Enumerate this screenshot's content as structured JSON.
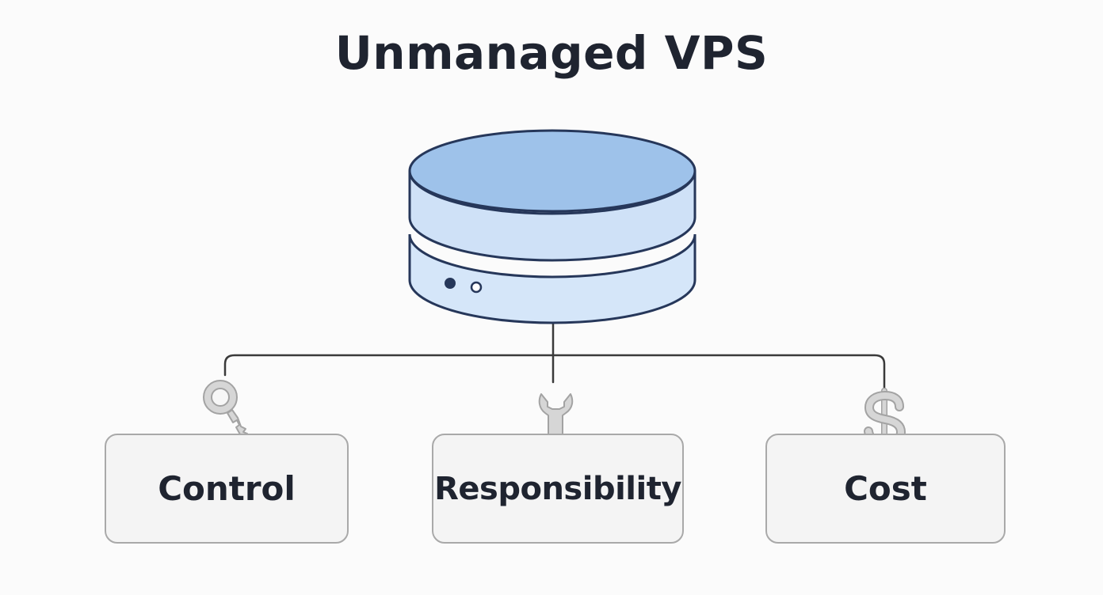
{
  "title": "Unmanaged VPS",
  "colors": {
    "server_top": "#9ec2ea",
    "server_body": "#d5e6f9",
    "server_outline": "#26375a",
    "connector_line": "#3a3a3a",
    "card_border": "#a9a9a9",
    "card_fill": "#f4f4f4",
    "icon_fill": "#d6d6d6",
    "icon_stroke": "#a3a3a3",
    "text": "#1f2430"
  },
  "server": {
    "icon": "server-database-icon",
    "indicator_lights": [
      "filled",
      "hollow"
    ]
  },
  "branches": [
    {
      "id": "control",
      "label": "Control",
      "icon": "key-icon"
    },
    {
      "id": "responsibility",
      "label": "Responsibility",
      "icon": "wrench-icon"
    },
    {
      "id": "cost",
      "label": "Cost",
      "icon": "dollar-icon"
    }
  ]
}
